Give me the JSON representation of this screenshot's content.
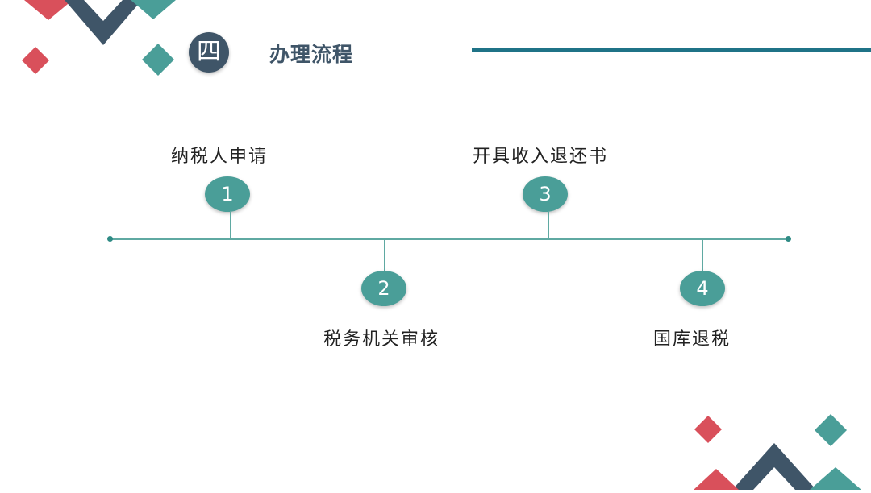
{
  "header": {
    "section_number": "四",
    "title": "办理流程"
  },
  "steps": [
    {
      "number": "1",
      "label": "纳税人申请"
    },
    {
      "number": "2",
      "label": "税务机关审核"
    },
    {
      "number": "3",
      "label": "开具收入退还书"
    },
    {
      "number": "4",
      "label": "国库退税"
    }
  ],
  "colors": {
    "navy": "#3f5568",
    "teal": "#4a9e98",
    "red": "#d9505b",
    "rule": "#1f7387"
  }
}
